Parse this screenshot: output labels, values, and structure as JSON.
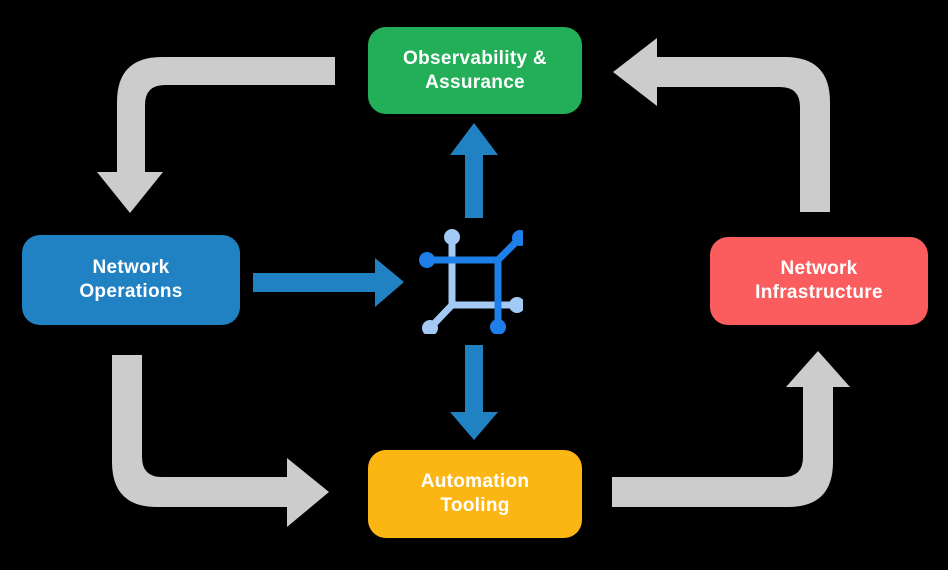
{
  "nodes": {
    "observability": {
      "line1": "Observability &",
      "line2": "Assurance",
      "color": "#23AF57"
    },
    "operations": {
      "line1": "Network",
      "line2": "Operations",
      "color": "#2182C3"
    },
    "infrastructure": {
      "line1": "Network",
      "line2": "Infrastructure",
      "color": "#FB5D5F"
    },
    "automation": {
      "line1": "Automation",
      "line2": "Tooling",
      "color": "#FCB614"
    }
  },
  "colors": {
    "background": "#000000",
    "text": "#FFFFFF",
    "gray_arrow": "#CCCCCC",
    "blue_arrow": "#2182C3",
    "icon_dark": "#1E7FE8",
    "icon_light": "#A3C9F5"
  },
  "icons": {
    "center": "network-automation-icon"
  },
  "arrows": {
    "gray": [
      {
        "name": "arrow-observability-to-operations",
        "direction": "down"
      },
      {
        "name": "arrow-infrastructure-to-observability",
        "direction": "left"
      },
      {
        "name": "arrow-operations-to-automation",
        "direction": "right"
      },
      {
        "name": "arrow-automation-to-infrastructure",
        "direction": "up"
      }
    ],
    "blue": [
      {
        "name": "arrow-operations-to-center",
        "direction": "right"
      },
      {
        "name": "arrow-center-to-observability",
        "direction": "up"
      },
      {
        "name": "arrow-center-to-automation",
        "direction": "down"
      }
    ]
  }
}
